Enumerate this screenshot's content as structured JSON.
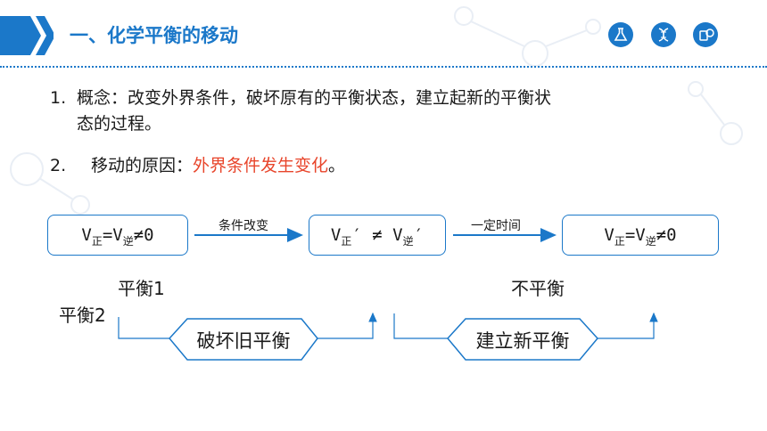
{
  "header": {
    "title": "一、化学平衡的移动",
    "icons": [
      "flask-icon",
      "dna-icon",
      "lab-glass-icon"
    ],
    "accent": "#1b78c9"
  },
  "items": [
    {
      "num": "1.",
      "text": "概念：改变外界条件，破坏原有的平衡状态，建立起新的平衡状",
      "cont": "态的过程。"
    },
    {
      "num": "2.",
      "lead": "移动的原因：",
      "highlight": "外界条件发生变化",
      "tail": "。",
      "highlight_color": "#e8452b"
    }
  ],
  "diagram": {
    "box1": {
      "v1": "V",
      "s1": "正",
      "mid": "=V",
      "s2": "逆",
      "rel": "≠0"
    },
    "box2": {
      "v1": "V",
      "s1": "正",
      "prime1": "′",
      "rel": "≠",
      "v2": "V",
      "s2": "逆",
      "prime2": "′"
    },
    "box3": {
      "v1": "V",
      "s1": "正",
      "mid": "=V",
      "s2": "逆",
      "rel": "≠0"
    },
    "arrow1_label": "条件改变",
    "arrow2_label": "一定时间",
    "state1": "平衡1",
    "state2": "不平衡",
    "state3": "平衡2",
    "hex1": "破坏旧平衡",
    "hex2": "建立新平衡"
  }
}
